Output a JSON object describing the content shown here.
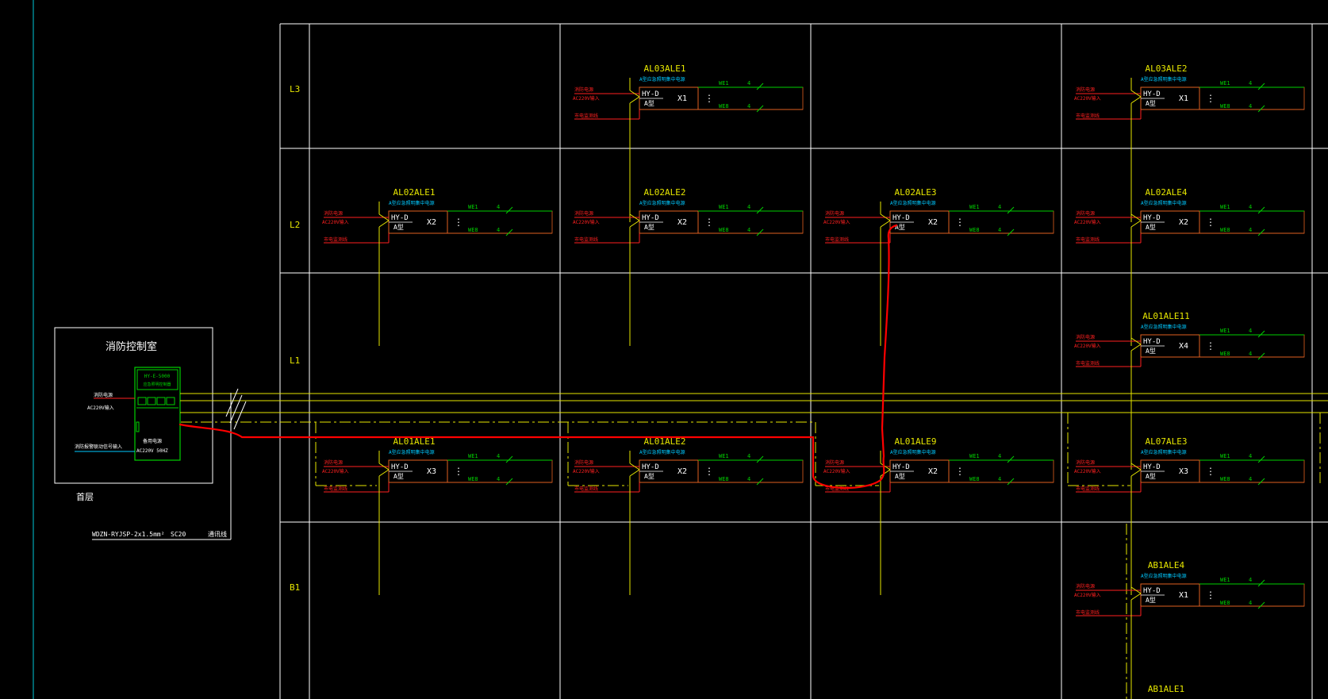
{
  "colors": {
    "background": "#000000",
    "frame": "#ffffff",
    "bus": "#e6e600",
    "fire_red": "#ff2020",
    "green": "#00d000",
    "cyan": "#00c8ff",
    "panel_red": "#e06020",
    "highlight": "#ff0000"
  },
  "floors": [
    "L3",
    "L2",
    "L1",
    "B1"
  ],
  "control_room": {
    "title": "消防控制室",
    "floor_label": "首层",
    "host_line1": "HY-E-5000",
    "host_line2": "应急照明控制器",
    "input_label": "消防电源",
    "input_voltage": "AC220V输入",
    "aux_label": "消防报警联动信号输入",
    "backup_label": "备用电源",
    "backup_voltage": "AC220V 50HZ",
    "cable_spec": "WDZN-RYJSP-2x1.5mm²",
    "conduit": "SC20",
    "cable_note": "通讯线"
  },
  "panel_common": {
    "model": "HY-D",
    "type": "A型",
    "desc": "A型应急照明集中电源",
    "input_label": "消防电源",
    "input_voltage": "AC220V输入",
    "signal_label": "市电监测线",
    "out_top": "WE1",
    "out_bottom": "WE8",
    "circuit_count": "4",
    "dots": "⋮"
  },
  "panels": [
    {
      "id": "AL03ALE1",
      "count": "X1"
    },
    {
      "id": "AL03ALE2",
      "count": "X1"
    },
    {
      "id": "AL02ALE1",
      "count": "X2"
    },
    {
      "id": "AL02ALE2",
      "count": "X2"
    },
    {
      "id": "AL02ALE3",
      "count": "X2"
    },
    {
      "id": "AL02ALE4",
      "count": "X2"
    },
    {
      "id": "AL01ALE11",
      "count": "X4"
    },
    {
      "id": "AL01ALE1",
      "count": "X3"
    },
    {
      "id": "AL01ALE2",
      "count": "X2"
    },
    {
      "id": "AL01ALE9",
      "count": "X2"
    },
    {
      "id": "AL07ALE3",
      "count": "X3"
    },
    {
      "id": "AB1ALE4",
      "count": "X1"
    },
    {
      "id": "AB1ALE1",
      "count": ""
    }
  ]
}
